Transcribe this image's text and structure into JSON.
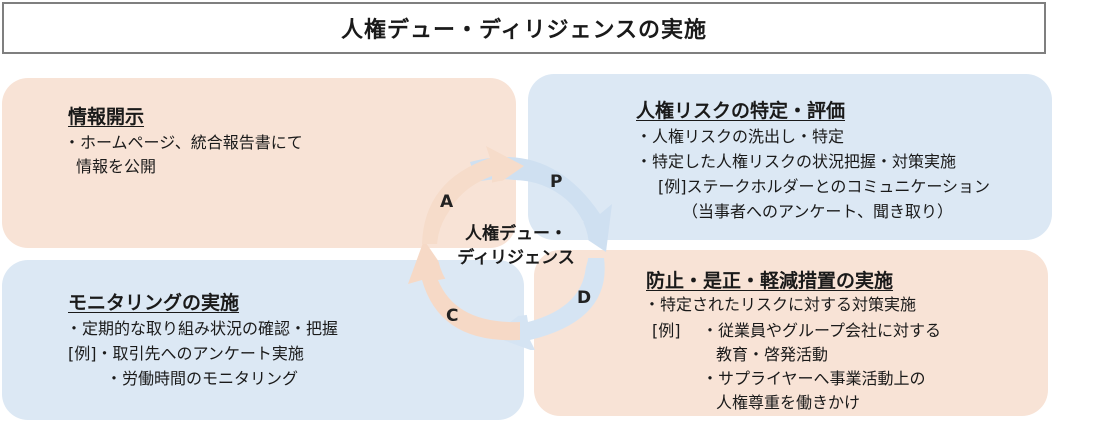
{
  "title": "人権デュー・ディリジェンスの実施",
  "center": {
    "line1": "人権デュー・",
    "line2": "ディリジェンス"
  },
  "phases": {
    "p": "P",
    "d": "D",
    "c": "C",
    "a": "A"
  },
  "panels": {
    "a": {
      "heading": "情報開示",
      "lines": [
        "・ホームページ、統合報告書にて",
        "情報を公開"
      ]
    },
    "p": {
      "heading": "人権リスクの特定・評価",
      "lines": [
        "・人権リスクの洗出し・特定",
        "・特定した人権リスクの状況把握・対策実施",
        "[例]ステークホルダーとのコミュニケーション",
        "（当事者へのアンケート、聞き取り）"
      ]
    },
    "c": {
      "heading": "モニタリングの実施",
      "lines": [
        "・定期的な取り組み状況の確認・把握",
        "[例]・取引先へのアンケート実施",
        "・労働時間のモニタリング"
      ]
    },
    "d": {
      "heading": "防止・是正・軽減措置の実施",
      "lines": [
        "・特定されたリスクに対する対策実施",
        "[例]",
        "・従業員やグループ会社に対する",
        "教育・啓発活動",
        "・サプライヤーへ事業活動上の",
        "人権尊重を働きかけ"
      ]
    }
  },
  "colors": {
    "peach": "#f8e3d6",
    "blue": "#dce8f4",
    "arrow_peach": "#f6d9c6",
    "arrow_blue": "#cfe0f1"
  }
}
